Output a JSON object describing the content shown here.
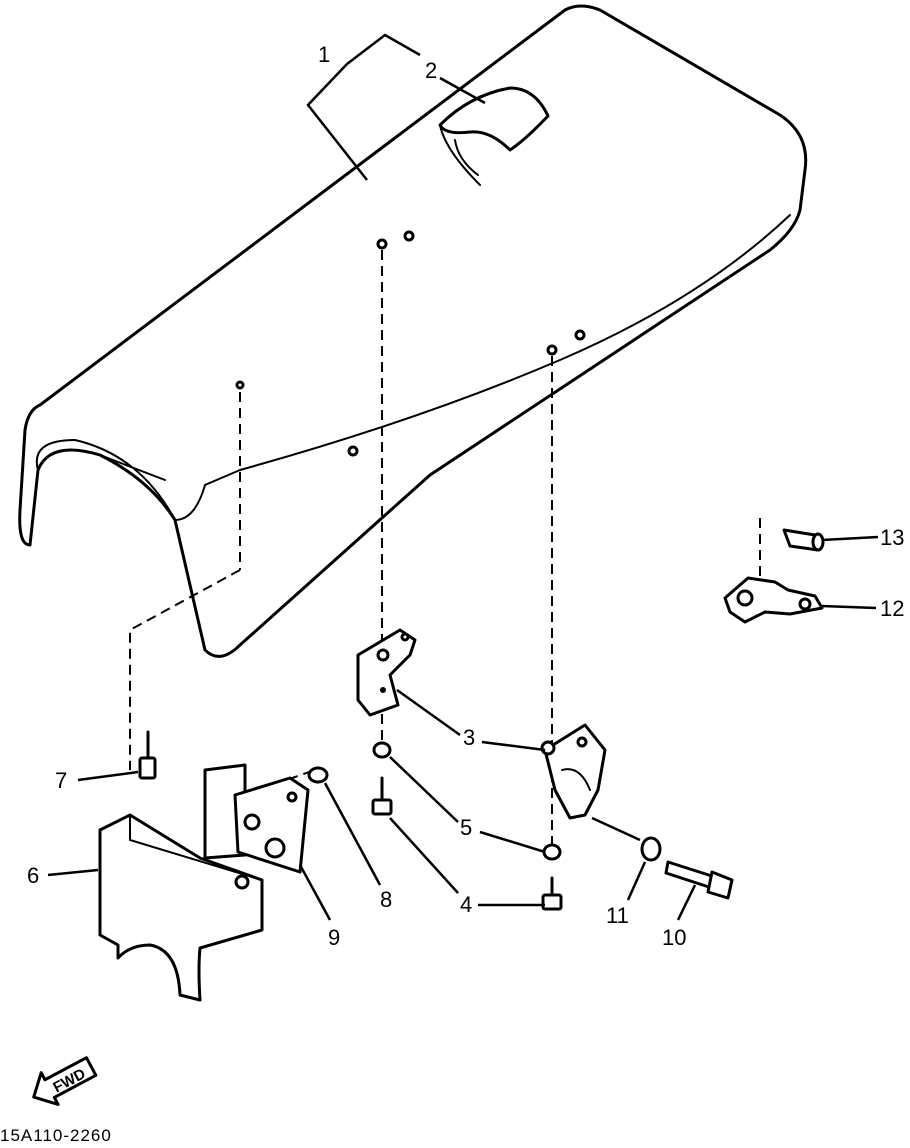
{
  "diagram": {
    "drawing_code": "15A110-2260",
    "fwd_label": "FWD",
    "callouts": [
      {
        "id": "c1",
        "label": "1"
      },
      {
        "id": "c2",
        "label": "2"
      },
      {
        "id": "c3",
        "label": "3"
      },
      {
        "id": "c4",
        "label": "4"
      },
      {
        "id": "c5",
        "label": "5"
      },
      {
        "id": "c6",
        "label": "6"
      },
      {
        "id": "c7",
        "label": "7"
      },
      {
        "id": "c8",
        "label": "8"
      },
      {
        "id": "c9",
        "label": "9"
      },
      {
        "id": "c10",
        "label": "10"
      },
      {
        "id": "c11",
        "label": "11"
      },
      {
        "id": "c12",
        "label": "12"
      },
      {
        "id": "c13",
        "label": "13"
      }
    ]
  }
}
